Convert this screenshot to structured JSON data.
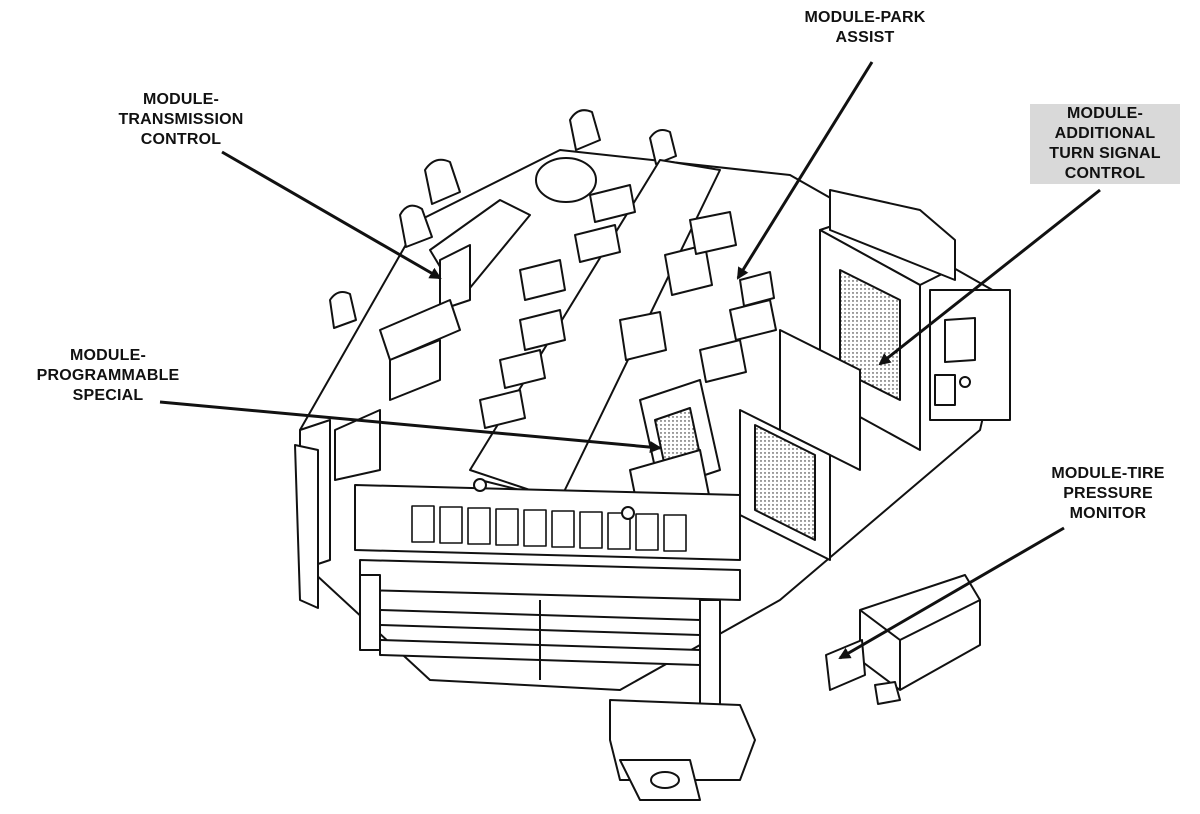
{
  "labels": {
    "transmission_control": [
      "MODULE-",
      "TRANSMISSION",
      "CONTROL"
    ],
    "park_assist": [
      "MODULE-PARK",
      "ASSIST"
    ],
    "additional_turn_signal": [
      "MODULE-",
      "ADDITIONAL",
      "TURN SIGNAL",
      "CONTROL"
    ],
    "programmable_special": [
      "MODULE-",
      "PROGRAMMABLE",
      "SPECIAL"
    ],
    "tire_pressure_monitor": [
      "MODULE-TIRE",
      "PRESSURE",
      "MONITOR"
    ]
  },
  "colors": {
    "line": "#111111",
    "fill": "#ffffff",
    "shade": "#d9d9d9"
  }
}
